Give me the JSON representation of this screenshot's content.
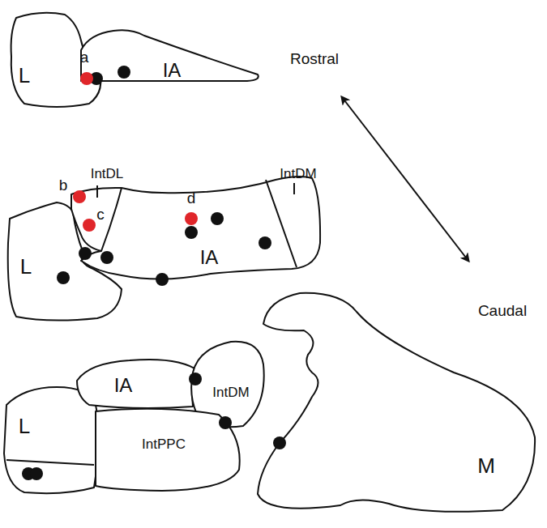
{
  "diagram": {
    "nodes": [
      {
        "text": [
          "L"
        ]
      },
      {
        "text": [
          "IA"
        ]
      },
      {
        "text": [
          "L"
        ]
      },
      {
        "text": [
          "IA"
        ]
      },
      {
        "text": [
          "IA"
        ]
      },
      {
        "text": [
          "IntDM"
        ]
      },
      {
        "text": [
          "L"
        ]
      },
      {
        "text": [
          "IntPPC"
        ]
      },
      {
        "text": [
          "M"
        ]
      }
    ],
    "labels": [
      "Rostral",
      "Caudal",
      "a",
      "b",
      "IntDL",
      "c",
      "d",
      "IntDM"
    ]
  }
}
